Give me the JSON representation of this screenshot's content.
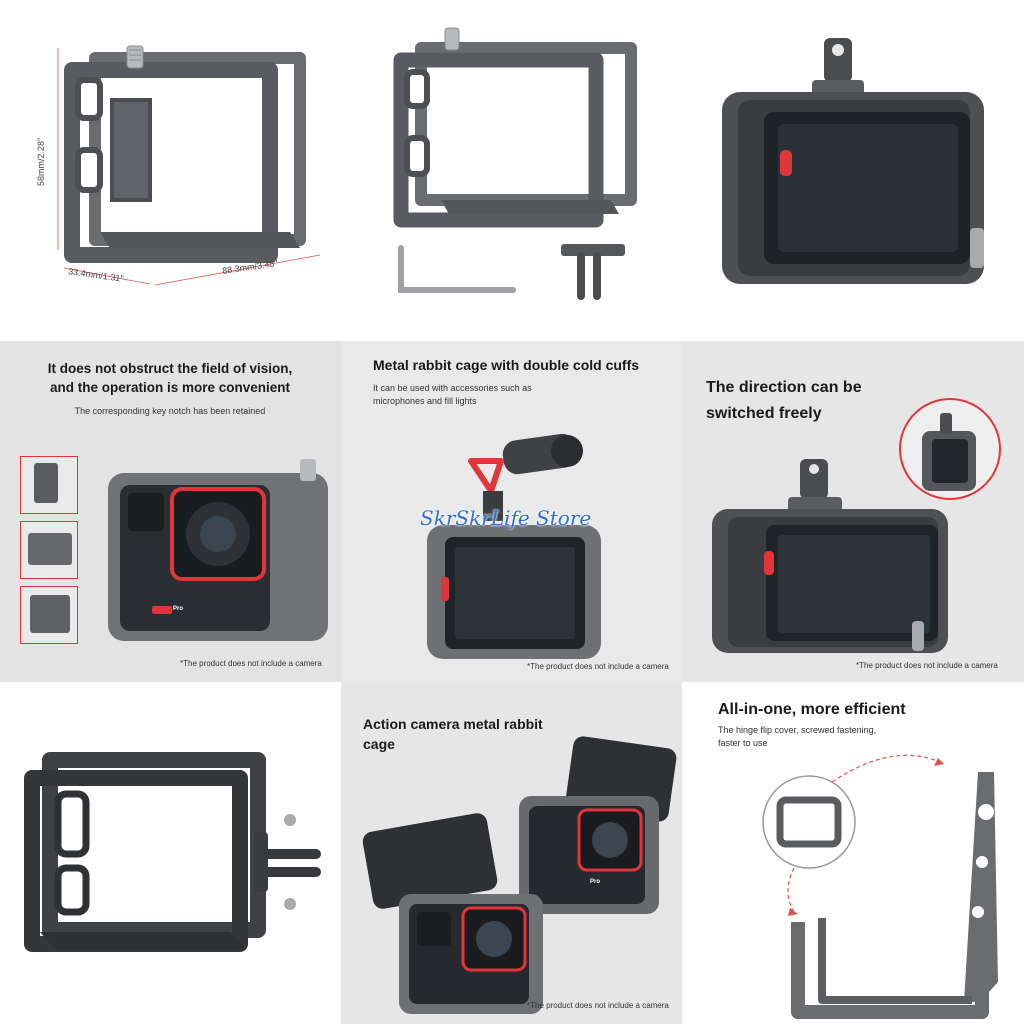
{
  "watermark": "SkrSkrLife Store",
  "panel1": {
    "height_label": "58mm/2.28\"",
    "depth_label": "33.4mm/1.31\"",
    "width_label": "88.3mm/3.48\""
  },
  "panel4": {
    "title": "It does not obstruct the field of vision, and the operation is more convenient",
    "subtitle": "The corresponding key notch has been retained",
    "note": "*The product does not include a camera",
    "brand_badge": "Pro"
  },
  "panel5": {
    "title": "Metal rabbit cage with double cold cuffs",
    "subtitle": "It can be used with accessories such as microphones and fill lights",
    "note": "*The product does not include a camera"
  },
  "panel6": {
    "title": "The direction can be switched freely",
    "note": "*The product does not include a camera"
  },
  "panel8": {
    "title": "Action camera metal rabbit cage",
    "note": "*The product does not include a camera",
    "brand_badge": "Pro"
  },
  "panel9": {
    "title": "All-in-one, more efficient",
    "subtitle": "The hinge flip cover, screwed fastening, faster to use"
  },
  "colors": {
    "accent_red": "#e0353b",
    "cage_gray": "#5d5f63",
    "cage_dark": "#3e4044",
    "screen": "#1e2328"
  }
}
